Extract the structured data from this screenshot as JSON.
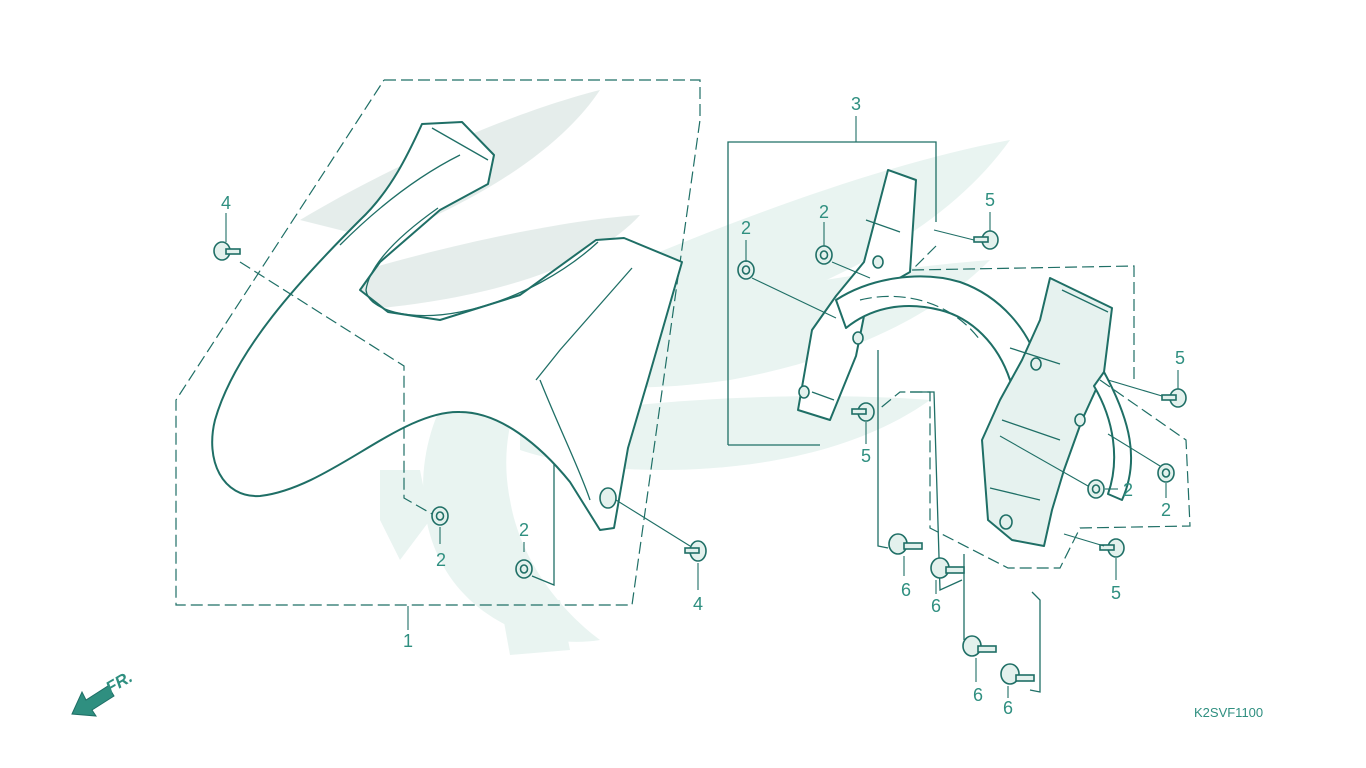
{
  "colors": {
    "line": "#1f6f66",
    "label": "#2f8f80",
    "watermark": "#e9f4f1",
    "background": "#ffffff"
  },
  "callouts": {
    "front_fender": "1",
    "washer_left_low": "2",
    "washer_left_center": "2",
    "inner_fender": "3",
    "screw_left_top": "4",
    "screw_left_bottom": "4",
    "washer_r_top_left": "2",
    "washer_r_top_mid": "2",
    "screw_r_top": "5",
    "screw_r_mid": "5",
    "screw_r_right": "5",
    "screw_r_bottom": "5",
    "washer_r_center": "2",
    "washer_r_right": "2",
    "bolt_a": "6",
    "bolt_b": "6",
    "bolt_c": "6",
    "bolt_d": "6"
  },
  "direction_marker": "FR.",
  "diagram_code": "K2SVF1100",
  "icons": {
    "front_arrow": "arrow-down-left-icon",
    "watermark": "wing-logo-watermark-icon",
    "bolt": "bolt-icon",
    "washer": "washer-icon",
    "screw": "screw-icon"
  }
}
